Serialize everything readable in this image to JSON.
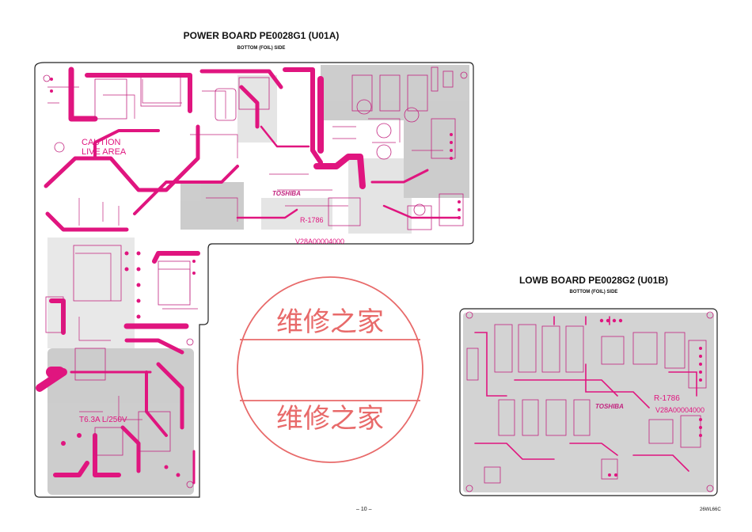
{
  "power_board": {
    "title": "POWER BOARD PE0028G1 (U01A)",
    "subtitle": "BOTTOM (FOIL) SIDE",
    "caution_line1": "CAUTION",
    "caution_line2": "LIVE AREA",
    "brand": "TOSHIBA",
    "revision": "R-1786",
    "part_number": "V28A00004000",
    "fuse_label": "T6.3A L/250V"
  },
  "lowb_board": {
    "title": "LOWB BOARD PE0028G2 (U01B)",
    "subtitle": "BOTTOM (FOIL) SIDE",
    "brand": "TOSHIBA",
    "revision": "R-1786",
    "part_number": "V28A00004000"
  },
  "watermark": {
    "text_top": "维修之家",
    "text_bottom": "维修之家"
  },
  "footer": {
    "page_number": "– 10 –",
    "model_code": "26WL66C"
  },
  "colors": {
    "trace": "#e0157f",
    "silkscreen": "#c2247f",
    "copper_gray": "#c4c4c4",
    "watermark": "#e86a6a",
    "outline": "#222222"
  }
}
